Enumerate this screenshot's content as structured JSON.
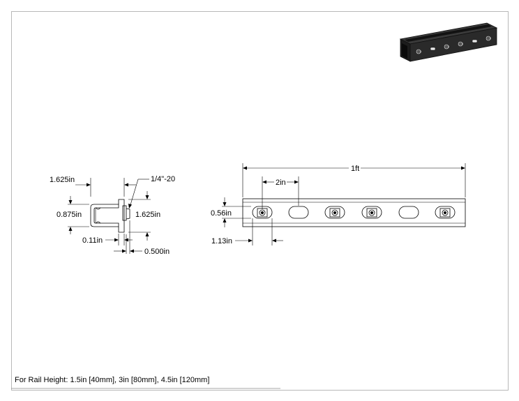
{
  "drawing": {
    "profile_view": {
      "height_label": "1.625in",
      "opening_label": "0.875in",
      "side_height_label": "1.625in",
      "thread_label": "1/4\"-20",
      "thickness_label": "0.11in",
      "nut_label": "0.500in"
    },
    "side_view": {
      "length_label": "1ft",
      "spacing_label": "2in",
      "slot_height_label": "0.56in",
      "edge_offset_label": "1.13in"
    },
    "footnote": "For Rail Height: 1.5in [40mm], 3in [80mm], 4.5in [120mm]"
  }
}
